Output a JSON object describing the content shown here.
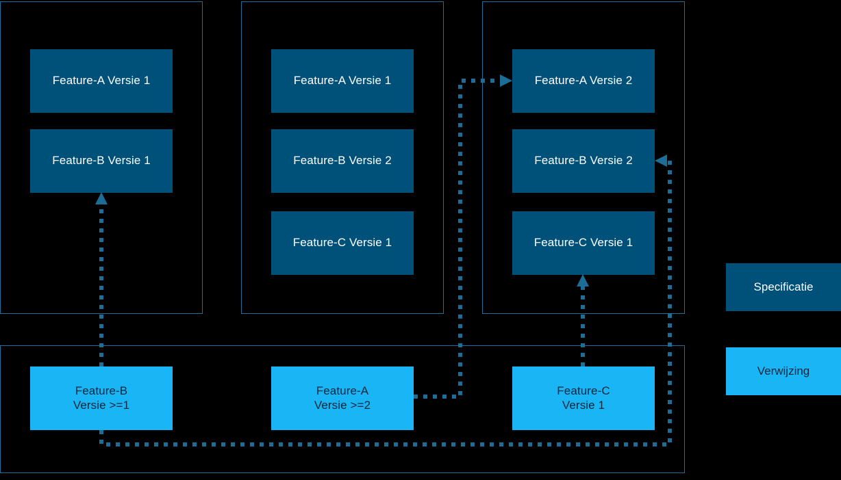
{
  "diagram": {
    "background_color": "#000000",
    "spec_color": "#00517a",
    "reference_color": "#19b5f5",
    "border_color": "#1f6f9a",
    "edge_color": "#1c6e97",
    "groups": [
      {
        "id": "group-1",
        "label": ""
      },
      {
        "id": "group-2",
        "label": ""
      },
      {
        "id": "group-3",
        "label": ""
      },
      {
        "id": "group-references",
        "label": ""
      }
    ],
    "spec_nodes": [
      {
        "id": "g1-a1",
        "label": "Feature-A Versie 1"
      },
      {
        "id": "g1-b1",
        "label": "Feature-B Versie 1"
      },
      {
        "id": "g2-a1",
        "label": "Feature-A Versie 1"
      },
      {
        "id": "g2-b2",
        "label": "Feature-B Versie 2"
      },
      {
        "id": "g2-c1",
        "label": "Feature-C Versie 1"
      },
      {
        "id": "g3-a2",
        "label": "Feature-A Versie 2"
      },
      {
        "id": "g3-b2",
        "label": "Feature-B Versie 2"
      },
      {
        "id": "g3-c1",
        "label": "Feature-C Versie 1"
      }
    ],
    "reference_nodes": [
      {
        "id": "ref-b",
        "label": "Feature-B\nVersie >=1"
      },
      {
        "id": "ref-a",
        "label": "Feature-A\nVersie >=2"
      },
      {
        "id": "ref-c",
        "label": "Feature-C\nVersie 1"
      }
    ],
    "legend": [
      {
        "id": "legend-specificatie",
        "label": "Specificatie",
        "color": "#00517a"
      },
      {
        "id": "legend-verwijzing",
        "label": "Verwijzing",
        "color": "#19b5f5"
      }
    ],
    "edges": [
      {
        "id": "edge-refb-to-g1b1",
        "from": "ref-b",
        "to": "g1-b1",
        "style": "dotted",
        "arrow": "up"
      },
      {
        "id": "edge-refa-to-g3a2",
        "from": "ref-a",
        "to": "g3-a2",
        "style": "dotted",
        "arrow": "right"
      },
      {
        "id": "edge-refc-to-g3c1",
        "from": "ref-c",
        "to": "g3-c1",
        "style": "dotted",
        "arrow": "up"
      },
      {
        "id": "edge-refb-to-g3b2",
        "from": "ref-b",
        "to": "g3-b2",
        "style": "dotted",
        "arrow": "left"
      }
    ]
  }
}
